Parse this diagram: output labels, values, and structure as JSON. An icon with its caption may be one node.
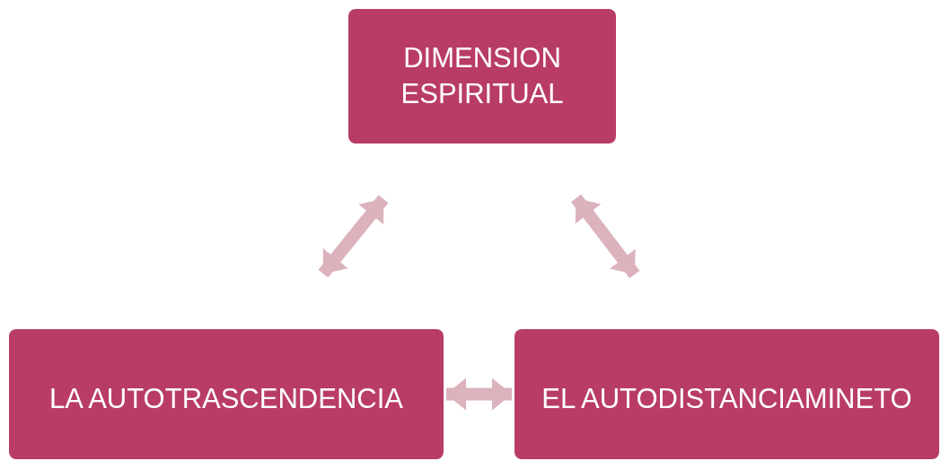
{
  "diagram": {
    "nodes": [
      {
        "text": [
          "DIMENSION ESPIRITUAL"
        ]
      },
      {
        "text": [
          "LA AUTOTRASCENDENCIA"
        ]
      },
      {
        "text": [
          "EL AUTODISTANCIAMINETO"
        ]
      }
    ],
    "edges": [
      {
        "from": 0,
        "to": 1,
        "arrow": "both"
      },
      {
        "from": 0,
        "to": 2,
        "arrow": "both"
      },
      {
        "from": 1,
        "to": 2,
        "arrow": "both"
      }
    ]
  }
}
